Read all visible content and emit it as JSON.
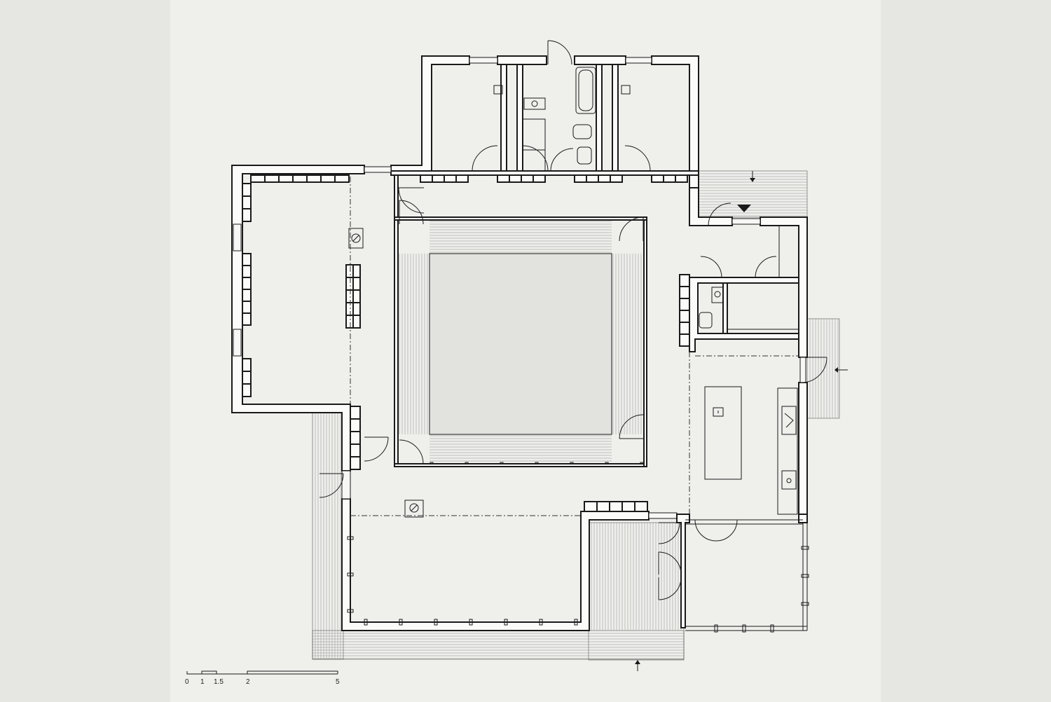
{
  "drawing": {
    "type": "floor plan",
    "background_color": "#efefec",
    "line_color": "#1a1a1a",
    "courtyard_fill": "#e2e2de"
  },
  "scale_bar": {
    "labels": [
      "0",
      "1",
      "1.5",
      "2",
      "5"
    ]
  }
}
